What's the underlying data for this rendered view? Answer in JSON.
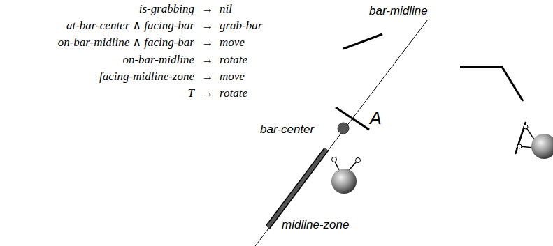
{
  "diagram": {
    "labels": [
      "is-grabbing",
      "→",
      "nil",
      "at-bar-center ∧ facing-bar",
      "→",
      "grab-bar",
      "on-bar-midline ∧ facing-bar",
      "→",
      "move",
      "on-bar-midline",
      "→",
      "rotate",
      "facing-midline-zone",
      "→",
      "move",
      "T",
      "→",
      "rotate",
      "bar-midline",
      "bar-center",
      "A",
      "midline-zone"
    ]
  }
}
